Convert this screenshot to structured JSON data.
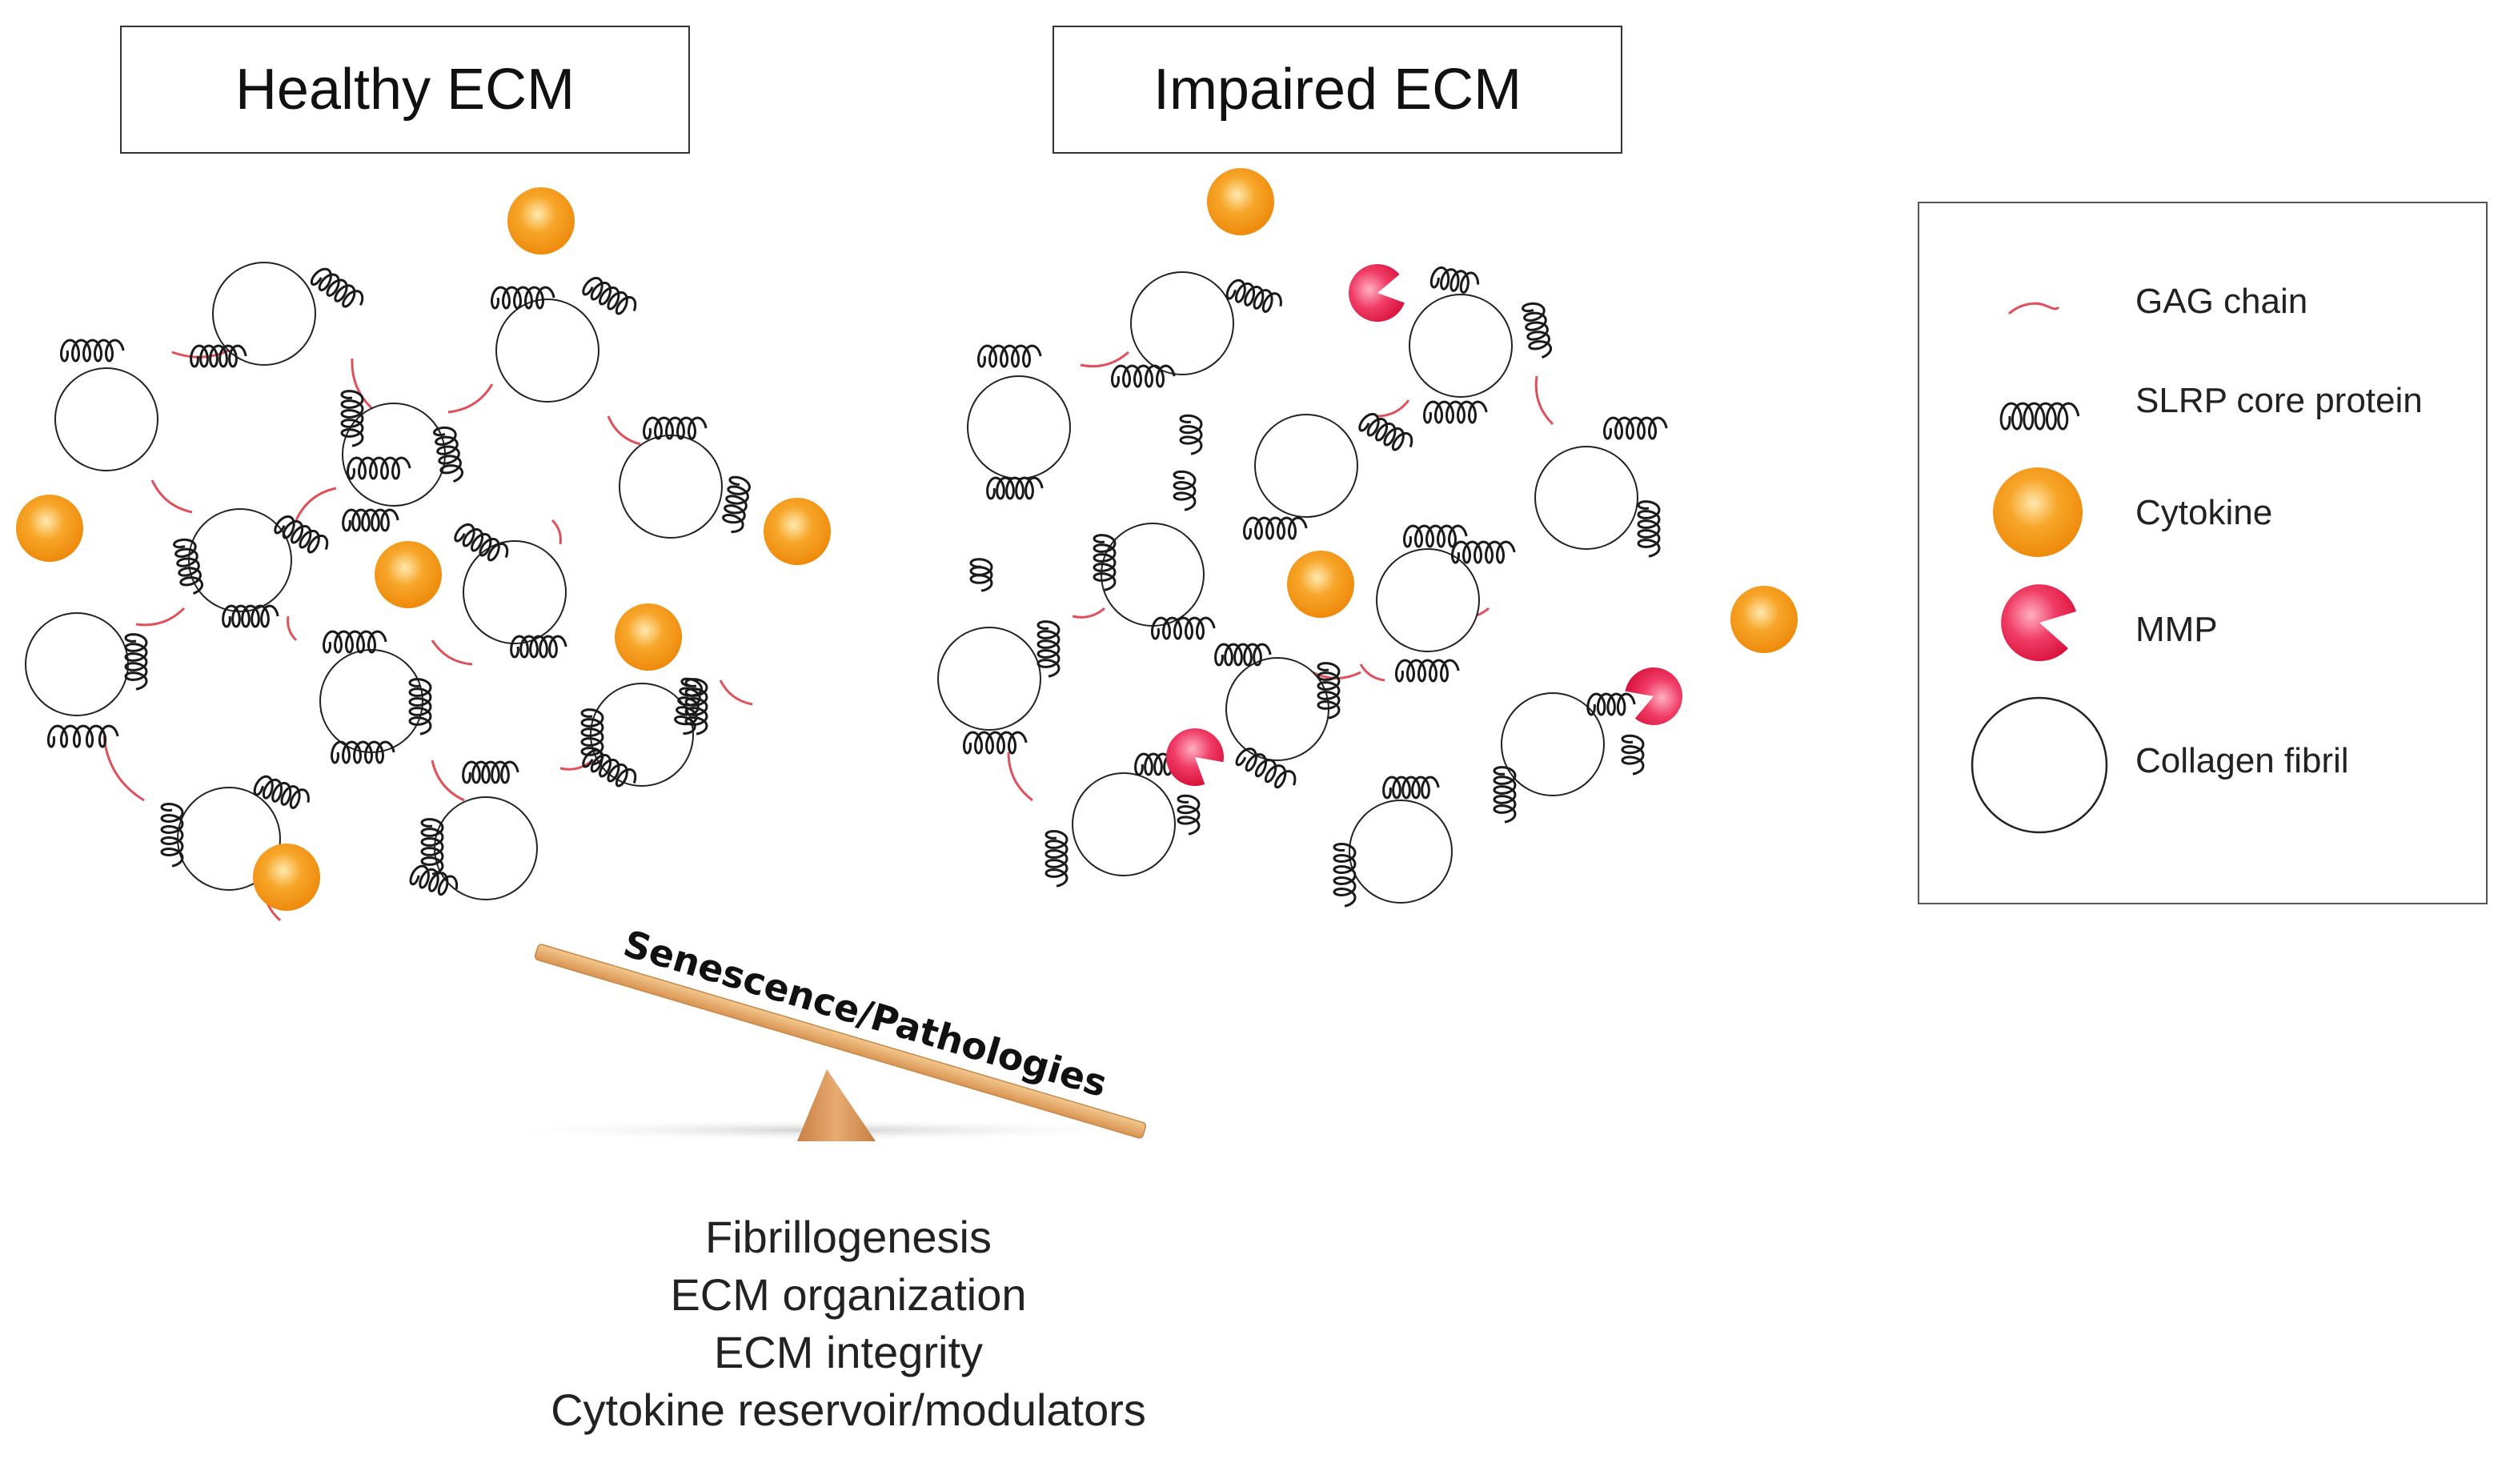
{
  "panels": {
    "healthy_title": "Healthy ECM",
    "impaired_title": "Impaired ECM"
  },
  "legend": {
    "items": [
      {
        "label": "GAG chain",
        "icon": "gag-chain-icon"
      },
      {
        "label": "SLRP core protein",
        "icon": "slrp-coil-icon"
      },
      {
        "label": "Cytokine",
        "icon": "cytokine-sphere-icon"
      },
      {
        "label": "MMP",
        "icon": "mmp-pacman-icon"
      },
      {
        "label": "Collagen fibril",
        "icon": "collagen-fibril-icon"
      }
    ]
  },
  "balance": {
    "beam_label": "Senescence/Pathologies"
  },
  "functions": [
    "Fibrillogenesis",
    "ECM organization",
    "ECM integrity",
    "Cytokine reservoir/modulators"
  ],
  "colors": {
    "cytokine": "#f39a1c",
    "mmp": "#e8234f",
    "gag": "#e0505a",
    "beam": "#e8b070",
    "fulcrum": "#d9955a"
  }
}
